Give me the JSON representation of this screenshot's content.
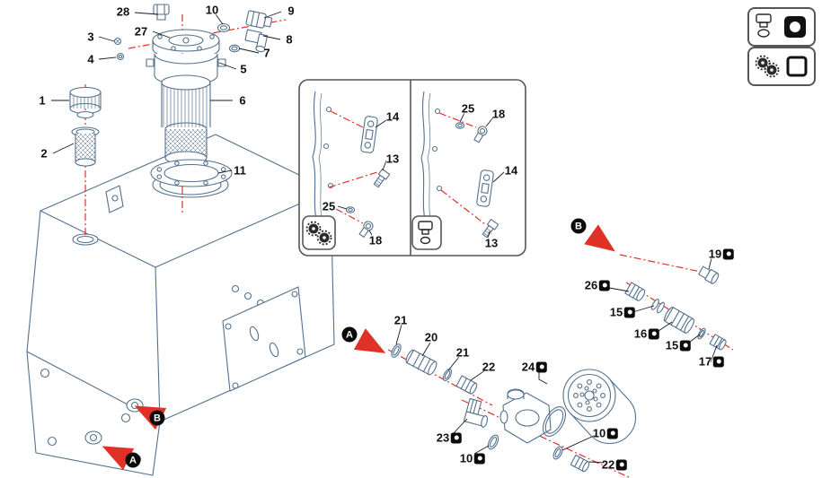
{
  "colors": {
    "line_blue": "#53718e",
    "accent_red": "#e03127",
    "label_black": "#111111",
    "box_gray": "#555555"
  },
  "markers": {
    "a": "A",
    "b": "B"
  },
  "callouts": {
    "c1": "1",
    "c2": "2",
    "c3": "3",
    "c4": "4",
    "c5": "5",
    "c6": "6",
    "c7": "7",
    "c8": "8",
    "c9": "9",
    "c10_top": "10",
    "c10_hose": "10",
    "c10_housing": "10",
    "c11": "11",
    "c13_left": "13",
    "c13_right": "13",
    "c14_left": "14",
    "c14_right": "14",
    "c15_a": "15",
    "c15_b": "15",
    "c16": "16",
    "c17": "17",
    "c18_left": "18",
    "c18_right": "18",
    "c19": "19",
    "c20": "20",
    "c21_a": "21",
    "c21_b": "21",
    "c22_plain": "22",
    "c22_kit": "22",
    "c23": "23",
    "c24": "24",
    "c25_left": "25",
    "c25_right": "25",
    "c26": "26",
    "c27": "27",
    "c28": "28"
  },
  "legend": {
    "items": [
      {
        "icon": "plug-seal-kit-icon"
      },
      {
        "icon": "knurled-fitting-kit-icon"
      }
    ]
  }
}
